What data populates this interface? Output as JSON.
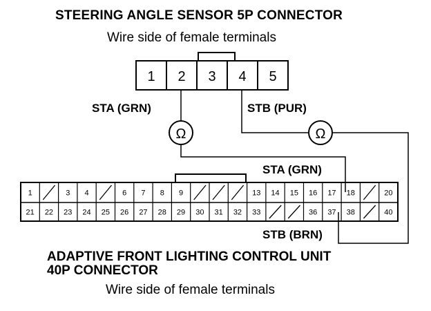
{
  "connector_5p": {
    "title": "STEERING ANGLE SENSOR 5P CONNECTOR",
    "subtitle": "Wire side of female terminals",
    "pins": [
      "1",
      "2",
      "3",
      "4",
      "5"
    ]
  },
  "connector_40p": {
    "title_line1": "ADAPTIVE FRONT LIGHTING CONTROL UNIT",
    "title_line2": "40P CONNECTOR",
    "subtitle": "Wire side of female terminals",
    "top_row": [
      "1",
      "",
      "3",
      "4",
      "",
      "6",
      "7",
      "8",
      "9",
      "",
      "",
      "",
      "13",
      "14",
      "15",
      "16",
      "17",
      "18",
      "",
      "20"
    ],
    "bottom_row": [
      "21",
      "22",
      "23",
      "24",
      "25",
      "26",
      "27",
      "28",
      "29",
      "30",
      "31",
      "32",
      "33",
      "",
      "",
      "36",
      "37",
      "38",
      "",
      "40"
    ]
  },
  "labels": {
    "sta_top": "STA (GRN)",
    "stb_top": "STB (PUR)",
    "sta_bottom": "STA (GRN)",
    "stb_bottom": "STB (BRN)"
  },
  "meter_symbol": "Ω"
}
